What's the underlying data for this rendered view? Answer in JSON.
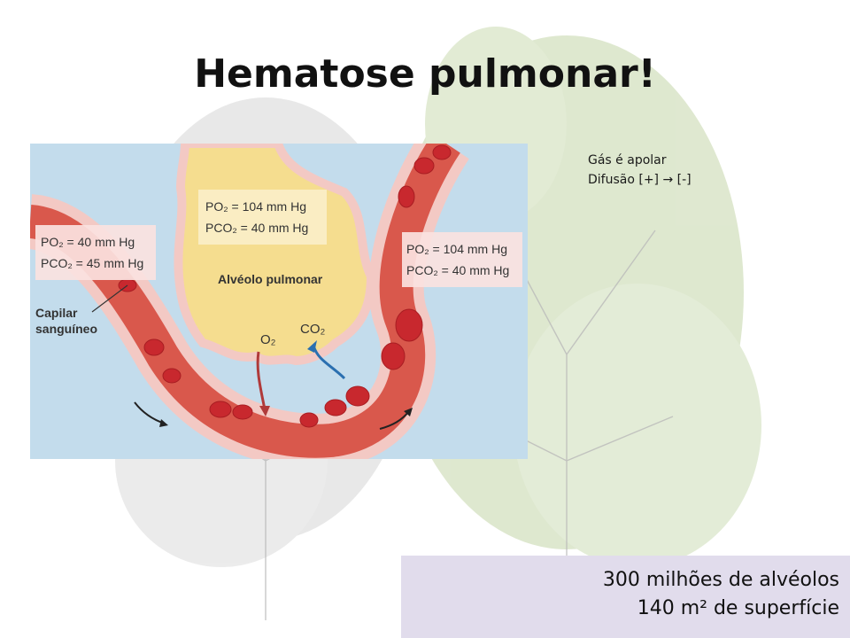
{
  "slide": {
    "title": "Hematose pulmonar!",
    "notes": [
      "Gás é apolar",
      "Difusão [+] → [-]"
    ],
    "facts": [
      "300 milhões de alvéolos",
      "140 m² de superfície"
    ]
  },
  "diagram": {
    "alveolus_label": "Alvéolo pulmonar",
    "capillary_label_line1": "Capilar",
    "capillary_label_line2": "sanguíneo",
    "gas_o2": "O₂",
    "gas_co2": "CO₂",
    "box_alveolus": [
      "PO₂ = 104 mm Hg",
      "PCO₂ = 40 mm Hg"
    ],
    "box_venous": [
      "PO₂ = 40 mm Hg",
      "PCO₂ = 45 mm Hg"
    ],
    "box_arterial": [
      "PO₂ = 104 mm Hg",
      "PCO₂ = 40 mm Hg"
    ]
  },
  "colors": {
    "water_bg": "#c3dcec",
    "alveolus": "#f5dd8f",
    "tissue": "#f3c9c4",
    "blood": "#d9584c",
    "cell": "#c8282e",
    "o2_arrow": "#b03a3a",
    "co2_arrow": "#2a6fb0",
    "facts_bg": "#e1dcec"
  },
  "icons": [
    "tree-background",
    "flow-arrow-left",
    "flow-arrow-right"
  ]
}
